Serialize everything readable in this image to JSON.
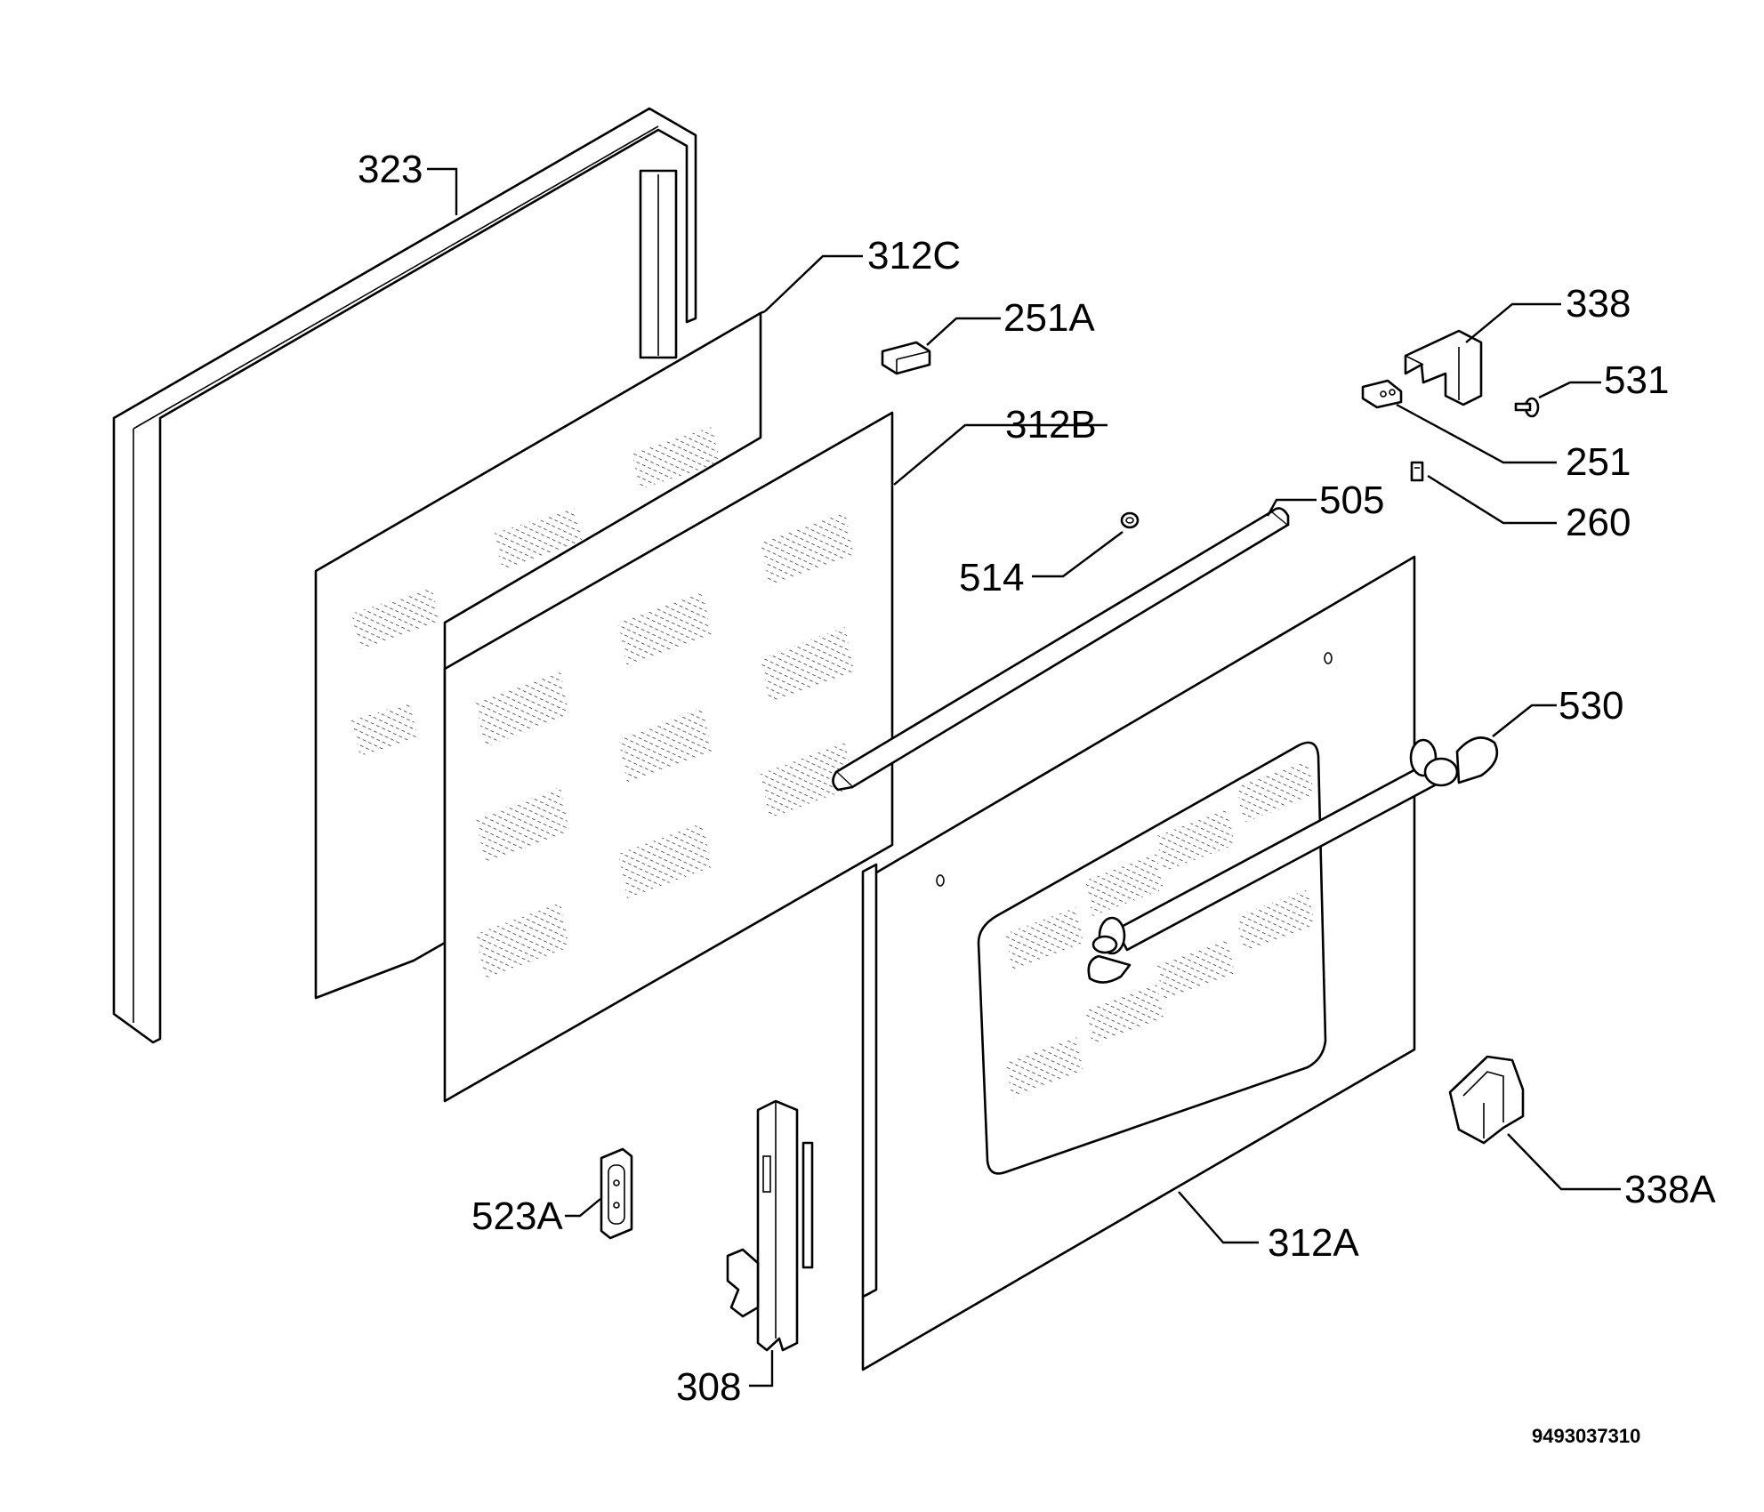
{
  "labels": {
    "l323": "323",
    "l312c": "312C",
    "l251a": "251A",
    "l312b": "312B",
    "l338": "338",
    "l531": "531",
    "l251": "251",
    "l260": "260",
    "l505": "505",
    "l514": "514",
    "l530": "530",
    "l523a": "523A",
    "l308": "308",
    "l312a": "312A",
    "l338a": "338A"
  },
  "drawing_code": "9493037310"
}
